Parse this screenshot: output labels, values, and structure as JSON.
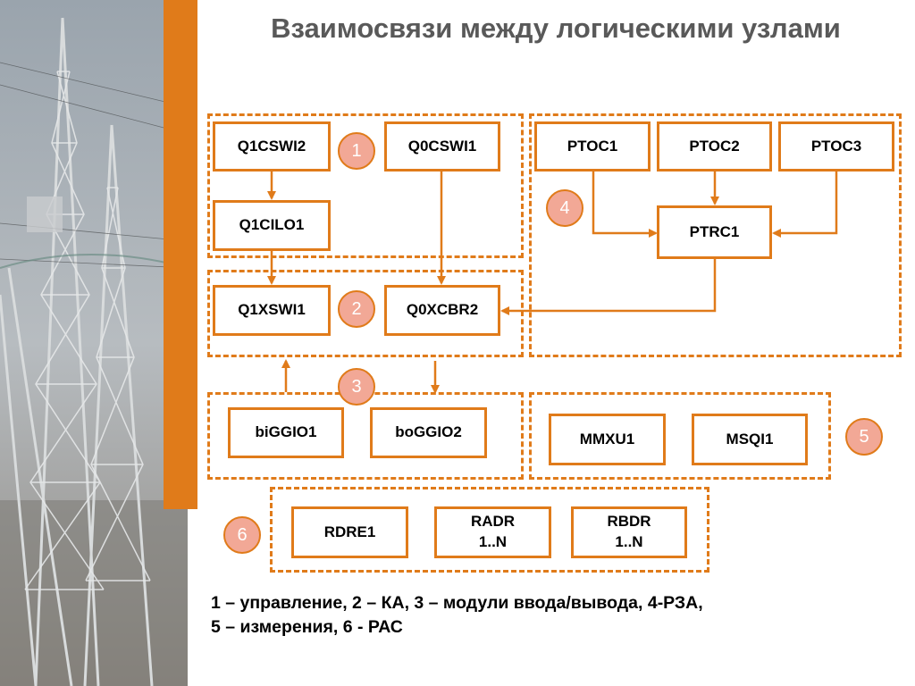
{
  "title": "Взаимосвязи между логическими узлами",
  "colors": {
    "accent": "#E07B1A",
    "badge_fill": "#F2A896",
    "title_text": "#595959"
  },
  "photo": {
    "description_icon": "power-tower-photo"
  },
  "nodes": {
    "q1cswi2": "Q1CSWI2",
    "q0cswi1": "Q0CSWI1",
    "q1cilo1": "Q1CILO1",
    "q1xswi1": "Q1XSWI1",
    "q0xcbr2": "Q0XCBR2",
    "ptoc1": "PTOC1",
    "ptoc2": "PTOC2",
    "ptoc3": "PTOC3",
    "ptrc1": "PTRC1",
    "biggio1": "biGGIO1",
    "boggio2": "boGGIO2",
    "mmxu1": "MMXU1",
    "msqi1": "MSQI1",
    "rdre1": "RDRE1",
    "radr": "RADR\n1..N",
    "rbdr": "RBDR\n1..N"
  },
  "badges": [
    "1",
    "2",
    "3",
    "4",
    "5",
    "6"
  ],
  "legend": {
    "line1": "1 – управление, 2 – КА, 3 – модули ввода/вывода, 4-РЗА,",
    "line2": "5 – измерения, 6 - РАС"
  }
}
